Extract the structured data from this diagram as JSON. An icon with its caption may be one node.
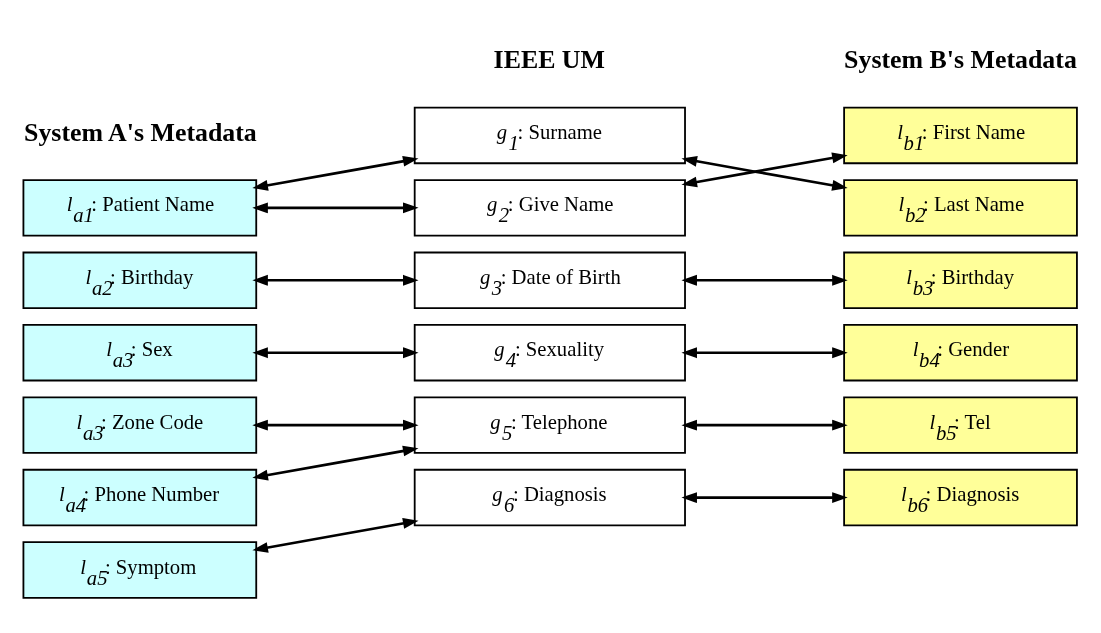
{
  "diagram": {
    "nodes": [
      {
        "text": [
          "*l*$_{a1}$: Patient Name"
        ]
      },
      {
        "text": [
          "*l*$_{a2}$: Birthday"
        ]
      },
      {
        "text": [
          "*l*$_{a3}$: Sex"
        ]
      },
      {
        "text": [
          "*l*$_{a3}$: Zone Code"
        ]
      },
      {
        "text": [
          "*l*$_{a4}$: Phone Number"
        ]
      },
      {
        "text": [
          "*l*$_{a5}$: Symptom"
        ]
      },
      {
        "text": [
          "*g*$_{1}$: Surname"
        ]
      },
      {
        "text": [
          "*g*$_{2}$: Give Name"
        ]
      },
      {
        "text": [
          "*g*$_{3}$: Date of Birth"
        ]
      },
      {
        "text": [
          "*g*$_{4}$: Sexuality"
        ]
      },
      {
        "text": [
          "*g*$_{5}$: Telephone"
        ]
      },
      {
        "text": [
          "*g*$_{6}$: Diagnosis"
        ]
      },
      {
        "text": [
          "*l*$_{b1}$: First Name"
        ]
      },
      {
        "text": [
          "*l*$_{b2}$: Last Name"
        ]
      },
      {
        "text": [
          "*l*$_{b3}$: Birthday"
        ]
      },
      {
        "text": [
          "*l*$_{b4}$: Gender"
        ]
      },
      {
        "text": [
          "*l*$_{b5}$: Tel"
        ]
      },
      {
        "text": [
          "*l*$_{b6}$: Diagnosis"
        ]
      }
    ],
    "edges": [
      {
        "from": 0,
        "to": 6,
        "arrow": "both"
      },
      {
        "from": 0,
        "to": 7,
        "arrow": "both"
      },
      {
        "from": 1,
        "to": 8,
        "arrow": "both"
      },
      {
        "from": 2,
        "to": 9,
        "arrow": "both"
      },
      {
        "from": 3,
        "to": 10,
        "arrow": "both"
      },
      {
        "from": 4,
        "to": 10,
        "arrow": "both"
      },
      {
        "from": 5,
        "to": 11,
        "arrow": "both"
      },
      {
        "from": 6,
        "to": 13,
        "arrow": "both"
      },
      {
        "from": 7,
        "to": 12,
        "arrow": "both"
      },
      {
        "from": 8,
        "to": 14,
        "arrow": "both"
      },
      {
        "from": 9,
        "to": 15,
        "arrow": "both"
      },
      {
        "from": 10,
        "to": 16,
        "arrow": "both"
      },
      {
        "from": 11,
        "to": 17,
        "arrow": "both"
      }
    ],
    "labels": [
      "System A's Metadata",
      "IEEE UM",
      "System B's Metadata"
    ]
  }
}
